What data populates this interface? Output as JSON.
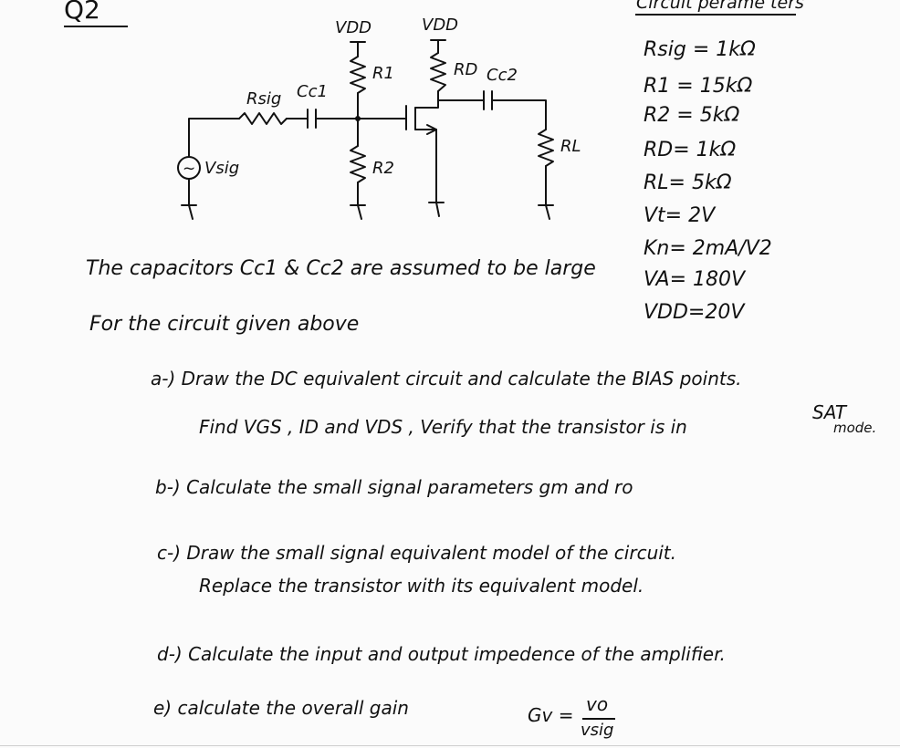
{
  "question": {
    "label": "Q2"
  },
  "circuit": {
    "labels": {
      "vdd_left": "VDD",
      "vdd_right": "VDD",
      "r1": "R1",
      "rd": "RD",
      "cc2": "Cc2",
      "rsig": "Rsig",
      "cc1": "Cc1",
      "rl": "RL",
      "r2": "R2",
      "vsig": "Vsig",
      "source_symbol": "~"
    }
  },
  "parameters": {
    "title": "Circuit perame ters",
    "items": [
      "Rsig = 1kΩ",
      "R1 = 15kΩ",
      "R2 = 5kΩ",
      "RD= 1kΩ",
      "RL= 5kΩ",
      "Vt= 2V",
      "Kn= 2mA/V2",
      "VA= 180V",
      "VDD=20V"
    ]
  },
  "statements": {
    "capacitors": "The capacitors Cc1 & Cc2 are assumed to be large",
    "given": "For the circuit given above"
  },
  "tasks": {
    "a_line1": "a-) Draw the DC equivalent circuit and calculate the BIAS points.",
    "a_line2": "Find VGS , ID and VDS , Verify that the transistor is in",
    "a_sat": "SAT",
    "a_mode": "mode.",
    "b": "b-) Calculate the small signal parameters gm and ro",
    "c_line1": "c-) Draw the small signal equivalent model of the circuit.",
    "c_line2": "Replace the transistor with its equivalent model.",
    "d": "d-) Calculate the input and output impedence of the amplifier.",
    "e": "e) calculate the overall gain",
    "gain_lhs": "Gv =",
    "gain_num": "vo",
    "gain_den": "vsig"
  }
}
